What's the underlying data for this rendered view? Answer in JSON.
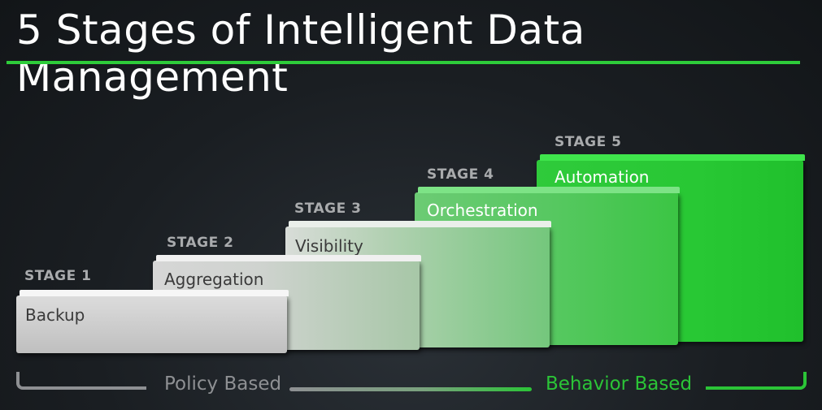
{
  "title": "5 Stages of Intelligent Data Management",
  "stages": [
    {
      "stage_label": "STAGE 1",
      "name": "Backup"
    },
    {
      "stage_label": "STAGE 2",
      "name": "Aggregation"
    },
    {
      "stage_label": "STAGE 3",
      "name": "Visibility"
    },
    {
      "stage_label": "STAGE 4",
      "name": "Orchestration"
    },
    {
      "stage_label": "STAGE 5",
      "name": "Automation"
    }
  ],
  "brackets": {
    "policy": "Policy Based",
    "behavior": "Behavior Based"
  },
  "colors": {
    "accent_green": "#2ecc3a",
    "muted_gray": "#8e9093",
    "background": "#1a1e22"
  }
}
